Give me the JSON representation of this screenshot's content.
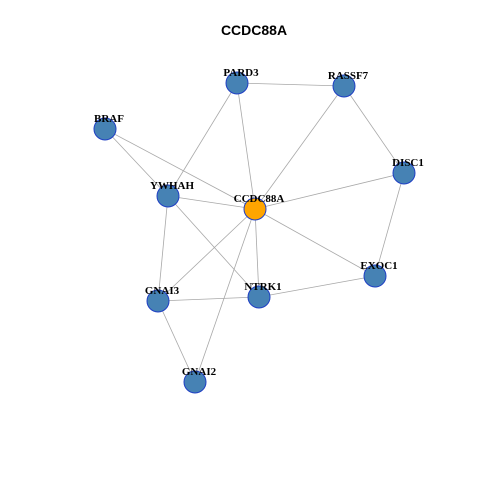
{
  "title": "CCDC88A",
  "colors": {
    "node_default": "#4682b4",
    "node_focus": "#ffa500",
    "node_border": "#1f3fc4",
    "edge": "#a8a8a8"
  },
  "nodes": [
    {
      "id": "CCDC88A",
      "label": "CCDC88A",
      "focus": true
    },
    {
      "id": "PARD3",
      "label": "PARD3"
    },
    {
      "id": "RASSF7",
      "label": "RASSF7"
    },
    {
      "id": "BRAF",
      "label": "BRAF"
    },
    {
      "id": "DISC1",
      "label": "DISC1"
    },
    {
      "id": "YWHAH",
      "label": "YWHAH"
    },
    {
      "id": "EXOC1",
      "label": "EXOC1"
    },
    {
      "id": "NTRK1",
      "label": "NTRK1"
    },
    {
      "id": "GNAI3",
      "label": "GNAI3"
    },
    {
      "id": "GNAI2",
      "label": "GNAI2"
    }
  ],
  "edges": [
    [
      "PARD3",
      "RASSF7"
    ],
    [
      "PARD3",
      "YWHAH"
    ],
    [
      "PARD3",
      "CCDC88A"
    ],
    [
      "RASSF7",
      "CCDC88A"
    ],
    [
      "RASSF7",
      "DISC1"
    ],
    [
      "BRAF",
      "YWHAH"
    ],
    [
      "BRAF",
      "CCDC88A"
    ],
    [
      "YWHAH",
      "CCDC88A"
    ],
    [
      "YWHAH",
      "GNAI3"
    ],
    [
      "YWHAH",
      "NTRK1"
    ],
    [
      "DISC1",
      "CCDC88A"
    ],
    [
      "DISC1",
      "EXOC1"
    ],
    [
      "CCDC88A",
      "EXOC1"
    ],
    [
      "CCDC88A",
      "NTRK1"
    ],
    [
      "CCDC88A",
      "GNAI3"
    ],
    [
      "CCDC88A",
      "GNAI2"
    ],
    [
      "EXOC1",
      "NTRK1"
    ],
    [
      "NTRK1",
      "GNAI3"
    ],
    [
      "GNAI3",
      "GNAI2"
    ]
  ]
}
